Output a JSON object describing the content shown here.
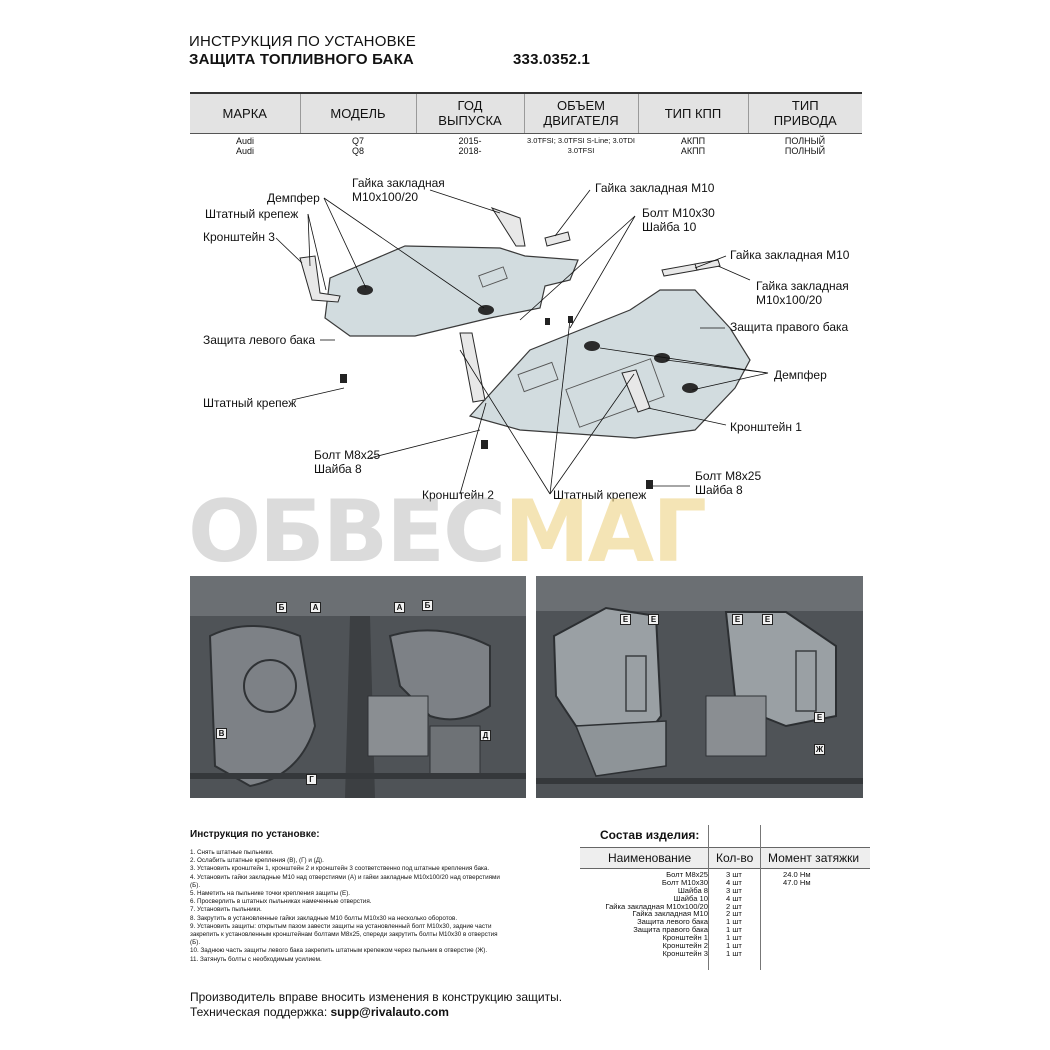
{
  "header": {
    "title_line1": "ИНСТРУКЦИЯ ПО УСТАНОВКЕ",
    "title_line2": "ЗАЩИТА ТОПЛИВНОГО БАКА",
    "code": "333.0352.1"
  },
  "spec_table": {
    "headers": [
      "МАРКА",
      "МОДЕЛЬ",
      "ГОД\nВЫПУСКА",
      "ОБЪЕМ\nДВИГАТЕЛЯ",
      "ТИП КПП",
      "ТИП\nПРИВОДА"
    ],
    "rows": [
      [
        "Audi\nAudi",
        "Q7\nQ8",
        "2015-\n2018-",
        "3.0TFSI; 3.0TFSI S-Line; 3.0TDI\n3.0TFSI",
        "АКПП\nАКПП",
        "ПОЛНЫЙ\nПОЛНЫЙ"
      ]
    ]
  },
  "diagram_labels": {
    "nut_embed_m10x100": "Гайка закладная\nM10x100/20",
    "nut_embed_m10_top": "Гайка закладная M10",
    "damper_left": "Демпфер",
    "stock_mount_top": "Штатный крепеж",
    "bracket3": "Кронштейн 3",
    "bolt_m10x30": "Болт M10x30\nШайба 10",
    "nut_embed_m10_right": "Гайка закладная M10",
    "nut_embed_m10x100_right": "Гайка закладная\nM10x100/20",
    "left_tank": "Защита левого бака",
    "right_tank": "Защита правого бака",
    "damper_right": "Демпфер",
    "stock_mount_left": "Штатный крепеж",
    "bracket1": "Кронштейн 1",
    "bolt_m8x25_left": "Болт M8x25\nШайба 8",
    "bolt_m8x25_right": "Болт M8x25\nШайба 8",
    "bracket2": "Кронштейн 2",
    "stock_mount_bottom": "Штатный крепеж"
  },
  "watermark": {
    "part1": "ОБВЕС",
    "part2": "МАГ"
  },
  "photo_markers": {
    "left": [
      "Б",
      "А",
      "А",
      "Б",
      "В",
      "Г",
      "Д"
    ],
    "right": [
      "Е",
      "Е",
      "Е",
      "Е",
      "Е",
      "Ж"
    ]
  },
  "instructions": {
    "title": "Инструкция по установке:",
    "steps": [
      "1. Снять штатные пыльники.",
      "2. Ослабить штатные крепления (В), (Г) и (Д).",
      "3. Установить кронштейн 1, кронштейн 2 и кронштейн 3 соответственно под штатные крепления бака.",
      "4. Установить гайки закладные M10 над отверстиями (А) и гайки закладные M10x100/20 над отверстиями",
      "(Б).",
      "5. Наметить на пыльнике точки крепления защиты (Е).",
      "6. Просверлить в штатных пыльниках намеченные отверстия.",
      "7. Установить пыльники.",
      "8. Закрутить в установленные гайки закладные M10 болты M10x30 на несколько оборотов.",
      "9. Установить защиты: открытым пазом завести защиты на установленный болт M10x30, задние части",
      "закрепить к установленным кронштейнам болтами M8x25, спереди закрутить болты M10x30 в отверстия",
      "(Б).",
      "10. Заднюю часть защиты левого бака закрепить штатным крепежом через пыльник в отверстие (Ж).",
      "11. Затянуть болты с необходимым усилием."
    ]
  },
  "composition": {
    "title": "Состав изделия:",
    "headers": [
      "Наименование",
      "Кол-во",
      "Момент затяжки"
    ],
    "rows": [
      [
        "Болт M8x25",
        "3 шт",
        "24.0 Нм"
      ],
      [
        "Болт M10x30",
        "4 шт",
        "47.0 Нм"
      ],
      [
        "Шайба 8",
        "3 шт",
        ""
      ],
      [
        "Шайба 10",
        "4 шт",
        ""
      ],
      [
        "Гайка закладная M10x100/20",
        "2 шт",
        ""
      ],
      [
        "Гайка закладная M10",
        "2 шт",
        ""
      ],
      [
        "Защита левого бака",
        "1 шт",
        ""
      ],
      [
        "Защита правого бака",
        "1 шт",
        ""
      ],
      [
        "Кронштейн 1",
        "1 шт",
        ""
      ],
      [
        "Кронштейн 2",
        "1 шт",
        ""
      ],
      [
        "Кронштейн 3",
        "1 шт",
        ""
      ]
    ]
  },
  "footer": {
    "line1": "Производитель вправе вносить изменения в конструкцию защиты.",
    "support_label": "Техническая поддержка:",
    "support_email": "supp@rivalauto.com"
  }
}
